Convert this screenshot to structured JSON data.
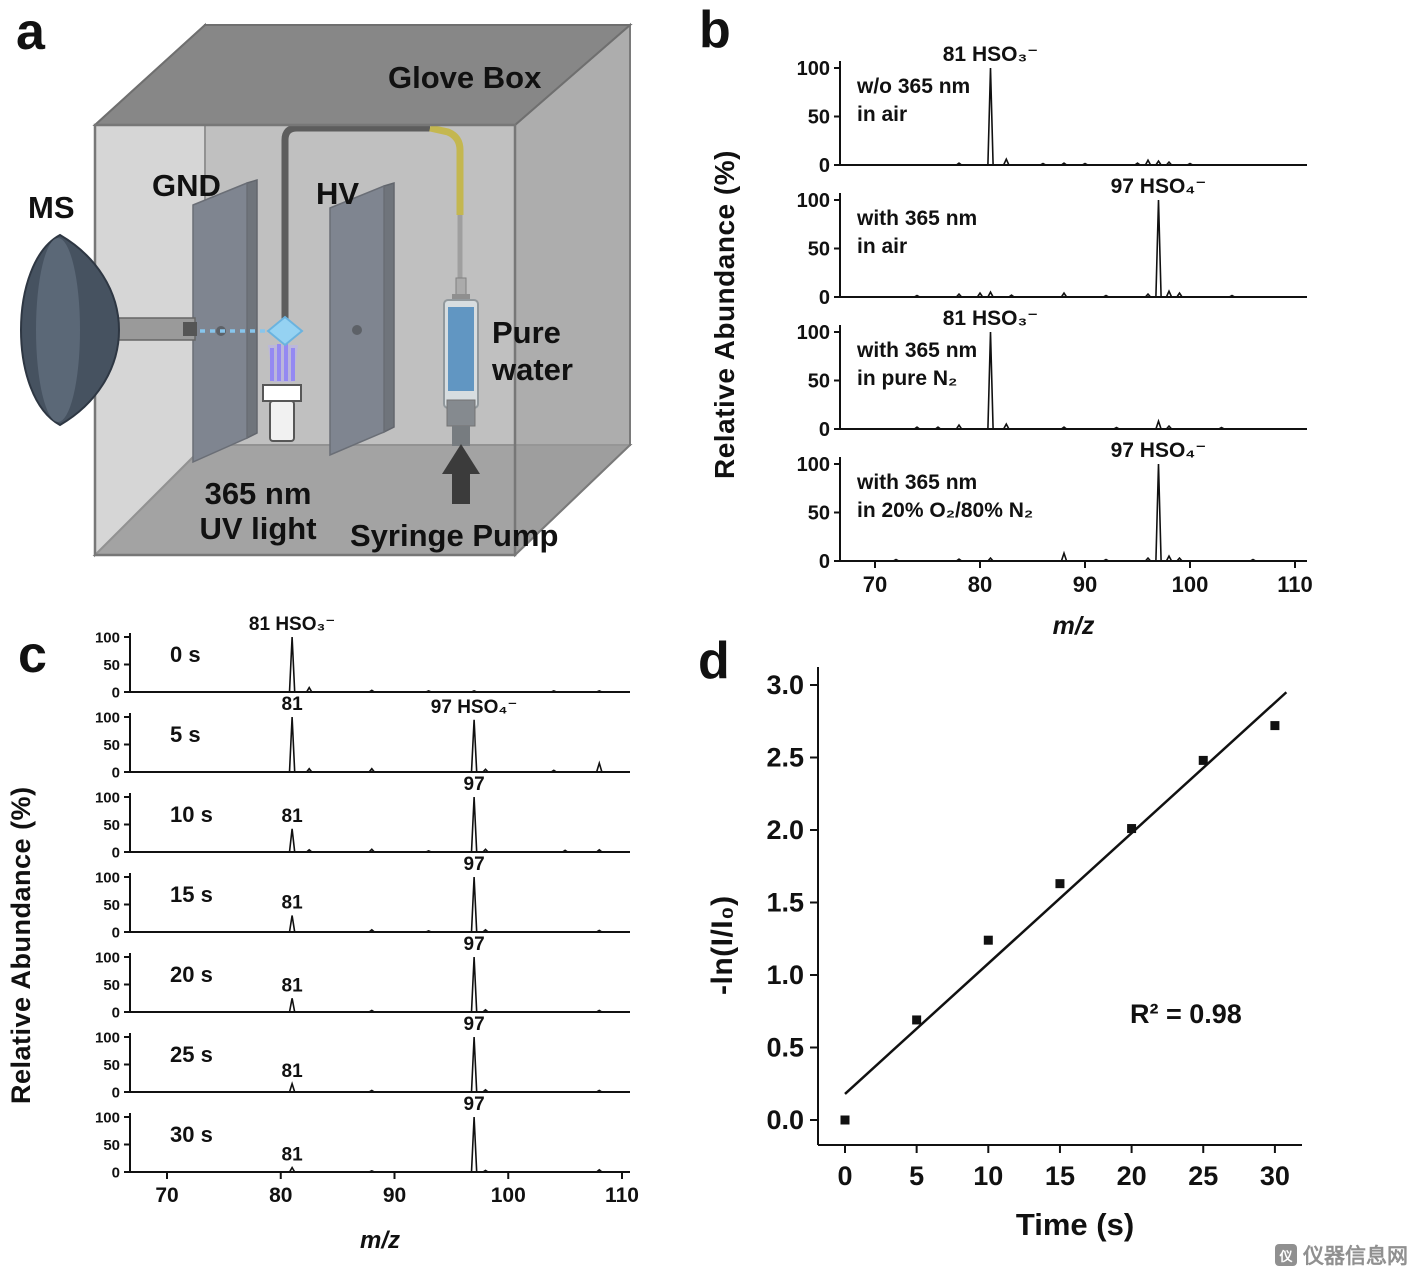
{
  "watermark": {
    "icon": "仪",
    "text": "仪器信息网"
  },
  "panel_a": {
    "letter": "a",
    "glove_box": "Glove Box",
    "ms": "MS",
    "gnd": "GND",
    "hv": "HV",
    "pure_water_1": "Pure",
    "pure_water_2": "water",
    "uv_1": "365 nm",
    "uv_2": "UV light",
    "syringe_pump": "Syringe Pump",
    "colors": {
      "uv_beam": "#7d6ff0",
      "water": "#3f7fb5",
      "spray": "#7ec8f0",
      "tube_yellow": "#b8a82a"
    }
  },
  "chart_data": [
    {
      "id": "spectra-b",
      "type": "line",
      "panel_label": "b",
      "xlabel": "m/z",
      "ylabel": "Relative Abundance (%)",
      "xlim": [
        66,
        111
      ],
      "xticks": [
        70,
        80,
        90,
        100,
        110
      ],
      "yticks": [
        0,
        50,
        100
      ],
      "subplots": [
        {
          "condition": [
            "w/o 365 nm",
            "in air"
          ],
          "peak_labels": [
            {
              "mz": 81,
              "text": "81 HSO₃⁻"
            }
          ],
          "peaks": [
            [
              78,
              2
            ],
            [
              81,
              100
            ],
            [
              82.5,
              6
            ],
            [
              86,
              1.5
            ],
            [
              88,
              2
            ],
            [
              90,
              1.5
            ],
            [
              95,
              2
            ],
            [
              96,
              5
            ],
            [
              97,
              4
            ],
            [
              98,
              3
            ],
            [
              100,
              1.5
            ]
          ]
        },
        {
          "condition": [
            "with 365 nm",
            "in air"
          ],
          "peak_labels": [
            {
              "mz": 97,
              "text": "97 HSO₄⁻"
            }
          ],
          "peaks": [
            [
              74,
              1.5
            ],
            [
              78,
              3
            ],
            [
              80,
              4
            ],
            [
              81,
              5
            ],
            [
              83,
              2
            ],
            [
              88,
              4
            ],
            [
              92,
              1.5
            ],
            [
              96,
              3
            ],
            [
              97,
              100
            ],
            [
              98,
              6
            ],
            [
              99,
              4
            ],
            [
              104,
              1.5
            ]
          ]
        },
        {
          "condition": [
            "with 365 nm",
            "in pure N₂"
          ],
          "peak_labels": [
            {
              "mz": 81,
              "text": "81 HSO₃⁻"
            }
          ],
          "peaks": [
            [
              74,
              2
            ],
            [
              76,
              2
            ],
            [
              78,
              4
            ],
            [
              81,
              100
            ],
            [
              82.5,
              5
            ],
            [
              88,
              2
            ],
            [
              93,
              1.5
            ],
            [
              97,
              8
            ],
            [
              98,
              3
            ],
            [
              103,
              1.5
            ]
          ]
        },
        {
          "condition": [
            "with 365 nm",
            "in 20% O₂/80% N₂"
          ],
          "peak_labels": [
            {
              "mz": 97,
              "text": "97 HSO₄⁻"
            }
          ],
          "peaks": [
            [
              72,
              1.5
            ],
            [
              78,
              2
            ],
            [
              81,
              3
            ],
            [
              88,
              8
            ],
            [
              92,
              1.5
            ],
            [
              96,
              3
            ],
            [
              97,
              100
            ],
            [
              98,
              5
            ],
            [
              99,
              3
            ],
            [
              106,
              1.5
            ]
          ]
        }
      ]
    },
    {
      "id": "spectra-c",
      "type": "line",
      "panel_label": "c",
      "xlabel": "m/z",
      "ylabel": "Relative Abundance (%)",
      "xlim": [
        66,
        111
      ],
      "xticks": [
        70,
        80,
        90,
        100,
        110
      ],
      "yticks": [
        0,
        50,
        100
      ],
      "subplots": [
        {
          "time": "0 s",
          "peak_labels": [
            {
              "mz": 81,
              "text": "81  HSO₃⁻"
            }
          ],
          "peaks": [
            [
              81,
              100
            ],
            [
              82.5,
              8
            ],
            [
              88,
              3
            ],
            [
              93,
              2
            ],
            [
              97,
              2
            ],
            [
              104,
              2
            ],
            [
              108,
              2
            ]
          ]
        },
        {
          "time": "5 s",
          "peak_labels": [
            {
              "mz": 81,
              "text": "81"
            },
            {
              "mz": 97,
              "text": "97  HSO₄⁻"
            }
          ],
          "peaks": [
            [
              81,
              100
            ],
            [
              82.5,
              6
            ],
            [
              88,
              6
            ],
            [
              97,
              95
            ],
            [
              98,
              5
            ],
            [
              104,
              3
            ],
            [
              108,
              16
            ]
          ]
        },
        {
          "time": "10 s",
          "peak_labels": [
            {
              "mz": 81,
              "text": "81"
            },
            {
              "mz": 97,
              "text": "97"
            }
          ],
          "peaks": [
            [
              81,
              42
            ],
            [
              82.5,
              4
            ],
            [
              88,
              5
            ],
            [
              93,
              2
            ],
            [
              97,
              100
            ],
            [
              98,
              5
            ],
            [
              105,
              3
            ],
            [
              108,
              4
            ]
          ]
        },
        {
          "time": "15 s",
          "peak_labels": [
            {
              "mz": 81,
              "text": "81"
            },
            {
              "mz": 97,
              "text": "97"
            }
          ],
          "peaks": [
            [
              81,
              30
            ],
            [
              88,
              4
            ],
            [
              93,
              2
            ],
            [
              97,
              100
            ],
            [
              98,
              4
            ],
            [
              108,
              3
            ]
          ]
        },
        {
          "time": "20 s",
          "peak_labels": [
            {
              "mz": 81,
              "text": "81"
            },
            {
              "mz": 97,
              "text": "97"
            }
          ],
          "peaks": [
            [
              81,
              25
            ],
            [
              88,
              3
            ],
            [
              97,
              100
            ],
            [
              98,
              4
            ],
            [
              108,
              3
            ]
          ]
        },
        {
          "time": "25 s",
          "peak_labels": [
            {
              "mz": 81,
              "text": "81"
            },
            {
              "mz": 97,
              "text": "97"
            }
          ],
          "peaks": [
            [
              81,
              15
            ],
            [
              88,
              3
            ],
            [
              97,
              100
            ],
            [
              98,
              4
            ],
            [
              108,
              3
            ]
          ]
        },
        {
          "time": "30 s",
          "peak_labels": [
            {
              "mz": 81,
              "text": "81"
            },
            {
              "mz": 97,
              "text": "97"
            }
          ],
          "peaks": [
            [
              81,
              8
            ],
            [
              88,
              2
            ],
            [
              97,
              100
            ],
            [
              98,
              3
            ],
            [
              108,
              4
            ]
          ]
        }
      ]
    },
    {
      "id": "kinetics-d",
      "type": "scatter",
      "panel_label": "d",
      "xlabel": "Time (s)",
      "ylabel": "-ln(I/I₀)",
      "xlim": [
        -2,
        32
      ],
      "ylim": [
        -0.3,
        3.1
      ],
      "xticks": [
        0,
        5,
        10,
        15,
        20,
        25,
        30
      ],
      "yticks": [
        0,
        0.5,
        1,
        1.5,
        2,
        2.5,
        3
      ],
      "points": [
        [
          0,
          0.0
        ],
        [
          5,
          0.69
        ],
        [
          10,
          1.24
        ],
        [
          15,
          1.63
        ],
        [
          20,
          2.01
        ],
        [
          25,
          2.48
        ],
        [
          30,
          2.72
        ]
      ],
      "fit_line": {
        "x1": 0,
        "y1": 0.18,
        "x2": 30.8,
        "y2": 2.95
      },
      "annotation": "R² = 0.98"
    }
  ]
}
